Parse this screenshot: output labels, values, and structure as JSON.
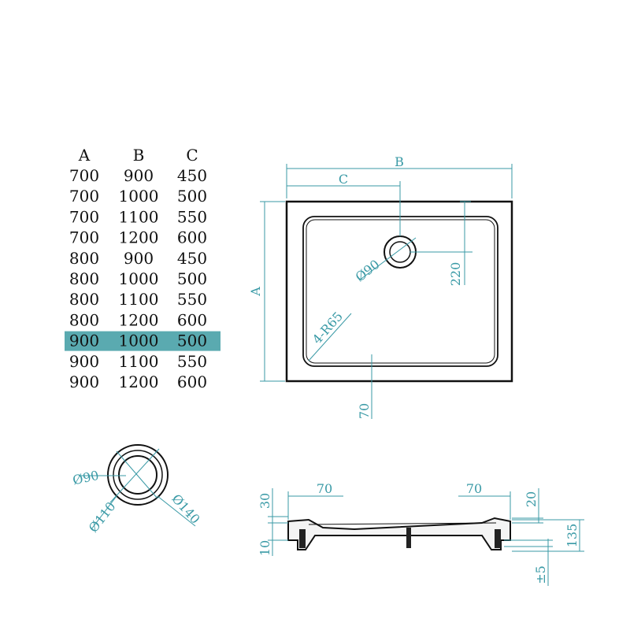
{
  "table": {
    "headers": [
      "A",
      "B",
      "C"
    ],
    "rows": [
      [
        "700",
        "900",
        "450"
      ],
      [
        "700",
        "1000",
        "500"
      ],
      [
        "700",
        "1100",
        "550"
      ],
      [
        "700",
        "1200",
        "600"
      ],
      [
        "800",
        "900",
        "450"
      ],
      [
        "800",
        "1000",
        "500"
      ],
      [
        "800",
        "1100",
        "550"
      ],
      [
        "800",
        "1200",
        "600"
      ],
      [
        "900",
        "1000",
        "500"
      ],
      [
        "900",
        "1100",
        "550"
      ],
      [
        "900",
        "1200",
        "600"
      ]
    ],
    "highlight_row": 8,
    "highlight_color": "#5aaab0"
  },
  "top_view": {
    "label_b": "B",
    "label_c": "C",
    "label_a": "A",
    "waste_dia": "Ø90",
    "offset_220": "220",
    "radius": "4-R65",
    "edge_70": "70"
  },
  "waste_detail": {
    "inner": "Ø90",
    "mid": "Ø110",
    "outer": "Ø140"
  },
  "section": {
    "left_70": "70",
    "right_70": "70",
    "left_30": "30",
    "left_10": "10",
    "right_20": "20",
    "right_135": "135",
    "adjust": "±5"
  },
  "colors": {
    "dimension": "#3a9aa6",
    "outline": "#111111"
  }
}
